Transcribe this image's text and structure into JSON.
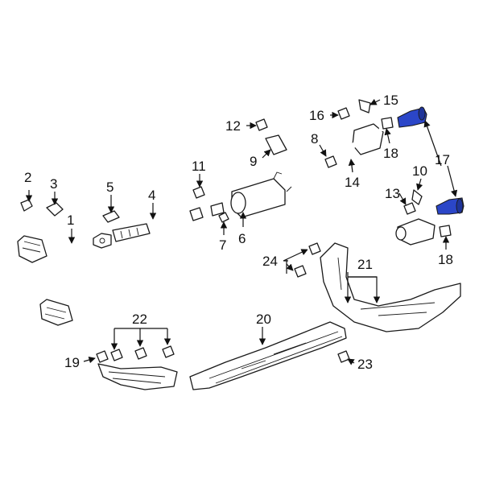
{
  "diagram": {
    "highlight_color": "#2b46c8",
    "callouts": {
      "c1": "1",
      "c2": "2",
      "c3": "3",
      "c4": "4",
      "c5": "5",
      "c6": "6",
      "c7": "7",
      "c8": "8",
      "c9": "9",
      "c10": "10",
      "c11": "11",
      "c12": "12",
      "c13": "13",
      "c14": "14",
      "c15": "15",
      "c16": "16",
      "c17": "17",
      "c18a": "18",
      "c18b": "18",
      "c19": "19",
      "c20": "20",
      "c21": "21",
      "c22": "22",
      "c23": "23",
      "c24": "24"
    }
  }
}
